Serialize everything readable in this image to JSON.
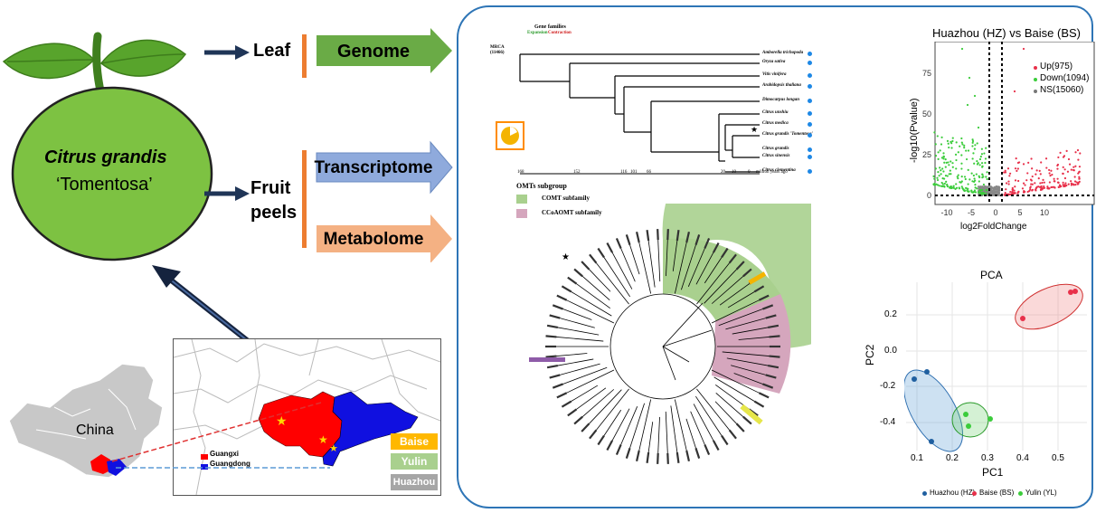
{
  "fruit": {
    "species": "Citrus grandis",
    "cultivar": "‘Tomentosa’"
  },
  "flow": {
    "leaf": "Leaf",
    "fruit_peels": [
      "Fruit",
      "peels"
    ],
    "genome": "Genome",
    "transcriptome": "Transcriptome",
    "metabolome": "Metabolome"
  },
  "map": {
    "country": "China",
    "legend": [
      "Guangxi",
      "Guangdong"
    ],
    "sites": [
      "Baise",
      "Yulin",
      "Huazhou"
    ]
  },
  "colors": {
    "fruit_green": "#7dc242",
    "leaf_green": "#58a42c",
    "genome_arrow": "#6aab46",
    "transcriptome_arrow": "#8faadc",
    "metabolome_arrow": "#f4b183",
    "guangxi": "#ff0000",
    "guangdong": "#1010e0",
    "panel_border": "#2e75b6",
    "baise_box": "#ffb800",
    "yulin_box": "#a9d08e",
    "huazhou_box": "#a6a6a6"
  },
  "phylo": {
    "legend_title": "Gene families",
    "legend_items": [
      "Expansion",
      "Contraction"
    ],
    "root_label": [
      "MRCA",
      "(11466)"
    ],
    "species": [
      "Amborella trichopoda",
      "Oryza sativa",
      "Vitis vinifera",
      "Arabidopsis thaliana",
      "Dimocarpus longan",
      "Citrus unshiu",
      "Citrus medica",
      "Citrus grandis 'Tomentosa'",
      "Citrus grandis",
      "Citrus sinensis",
      "Citrus clementina"
    ],
    "time_ticks": [
      "168",
      "152",
      "116",
      "101",
      "66",
      "20",
      "10",
      "0"
    ],
    "time_unit": "million years ago"
  },
  "omt": {
    "title": "OMTs subgroup",
    "subfamilies": [
      "COMT subfamily",
      "CCoAOMT subfamily"
    ]
  },
  "volcano": {
    "title": "Huazhou (HZ) vs Baise (BS)",
    "xlabel": "log2FoldChange",
    "ylabel": "-log10(Pvalue)",
    "legend": [
      "Up(975)",
      "Down(1094)",
      "NS(15060)"
    ],
    "x_ticks": [
      "-10",
      "-5",
      "0",
      "5",
      "10"
    ],
    "y_ticks": [
      "0",
      "25",
      "50",
      "75"
    ]
  },
  "pca": {
    "title": "PCA",
    "xlabel": "PC1",
    "ylabel": "PC2",
    "x_ticks": [
      "0.1",
      "0.2",
      "0.3",
      "0.4",
      "0.5"
    ],
    "y_ticks": [
      "0.2",
      "0.0",
      "-0.2",
      "-0.4"
    ],
    "legend": [
      "Huazhou (HZ)",
      "Baise (BS)",
      "Yulin (YL)"
    ]
  }
}
